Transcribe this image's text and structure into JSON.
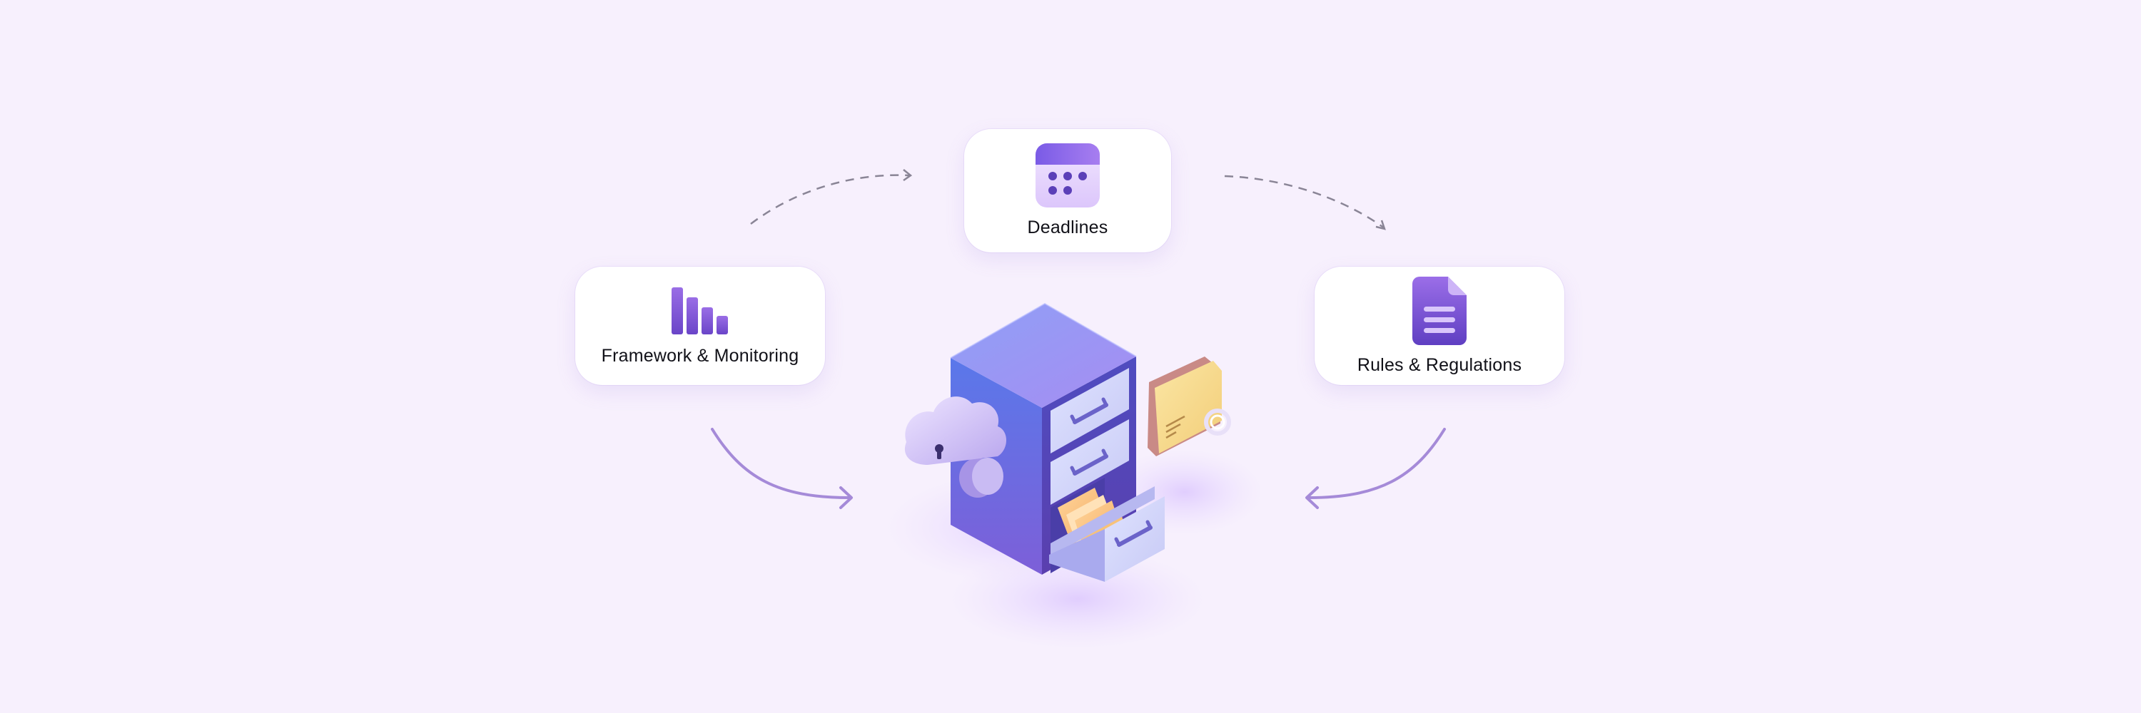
{
  "cards": {
    "framework": {
      "label": "Framework & Monitoring",
      "icon": "bar-chart-icon"
    },
    "deadlines": {
      "label": "Deadlines",
      "icon": "calendar-icon"
    },
    "rules": {
      "label": "Rules & Regulations",
      "icon": "document-icon"
    }
  },
  "illustration": {
    "cabinet": "filing-cabinet-illustration",
    "cloud": "cloud-lock-icon",
    "folder": "folder-icon"
  },
  "colors": {
    "background": "#f7f0fd",
    "accent": "#7b5ce0",
    "arrow": "#a58ad8",
    "dashed": "#8a8596"
  }
}
